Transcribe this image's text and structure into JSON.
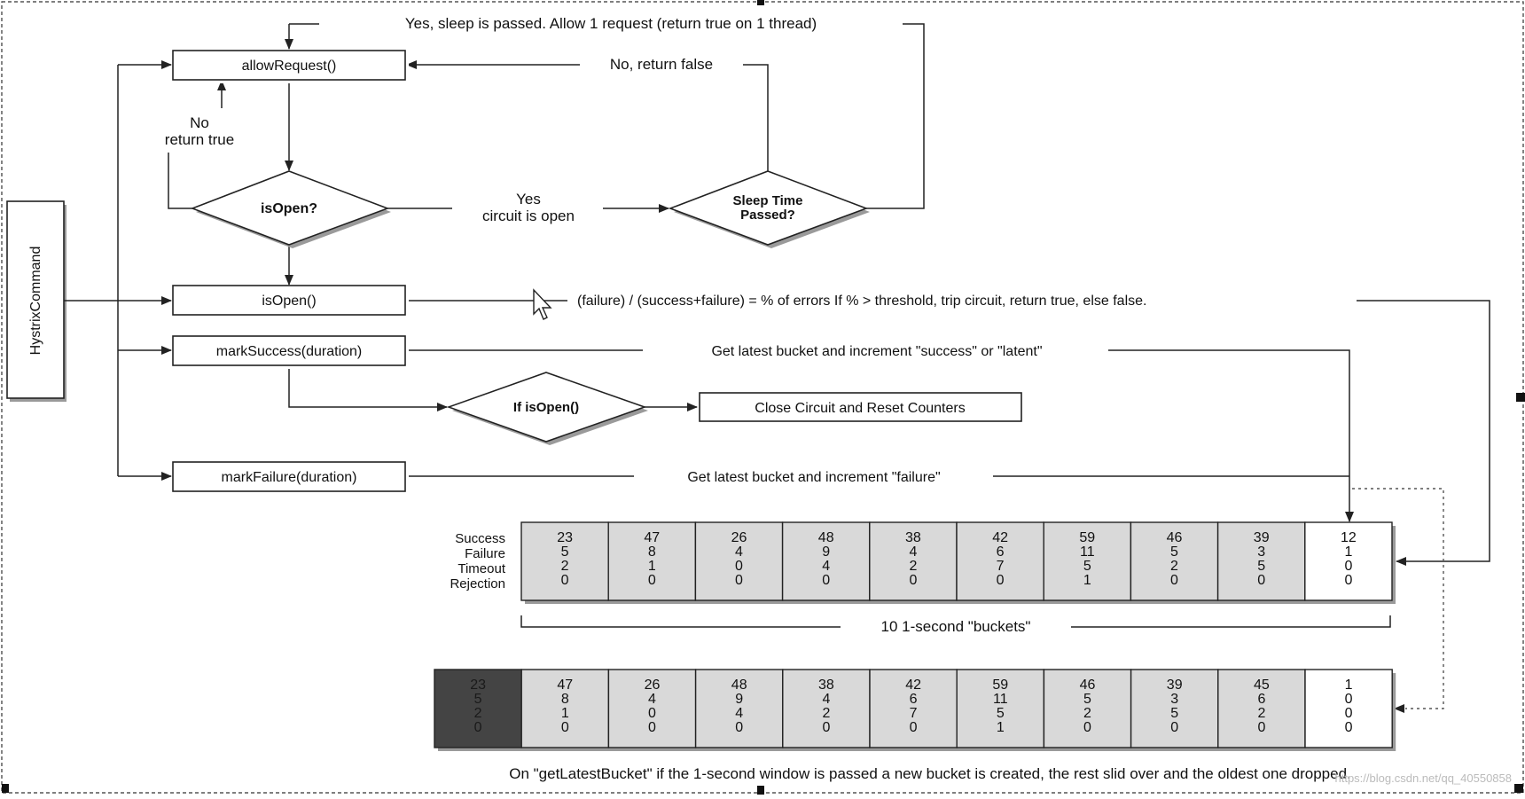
{
  "side_label": "HystrixCommand",
  "methods": {
    "allow_request": "allowRequest()",
    "is_open": "isOpen()",
    "mark_success": "markSuccess(duration)",
    "mark_failure": "markFailure(duration)"
  },
  "decisions": {
    "is_open": "isOpen?",
    "sleep_line1": "Sleep Time",
    "sleep_line2": "Passed?",
    "if_is_open": "If isOpen()"
  },
  "action_box": "Close Circuit and Reset Counters",
  "annotations": {
    "yes_sleep_passed": "Yes, sleep is passed.  Allow 1 request (return true on 1 thread)",
    "no_return_false": "No, return false",
    "no": "No",
    "return_true": "return true",
    "yes": "Yes",
    "circuit_is_open": "circuit is open",
    "error_formula": "(failure) / (success+failure) = % of errors   If % > threshold, trip circuit, return true, else false.",
    "success_note": "Get latest bucket and increment \"success\" or \"latent\"",
    "failure_note": "Get latest bucket and increment \"failure\"",
    "buckets_caption": "10 1-second \"buckets\"",
    "footer": "On \"getLatestBucket\" if the 1-second window is passed a new bucket is created, the rest slid over and the oldest one dropped.",
    "watermark": "https://blog.csdn.net/qq_40550858"
  },
  "row_labels": [
    "Success",
    "Failure",
    "Timeout",
    "Rejection"
  ],
  "buckets_top": [
    [
      23,
      5,
      2,
      0
    ],
    [
      47,
      8,
      1,
      0
    ],
    [
      26,
      4,
      0,
      0
    ],
    [
      48,
      9,
      4,
      0
    ],
    [
      38,
      4,
      2,
      0
    ],
    [
      42,
      6,
      7,
      0
    ],
    [
      59,
      11,
      5,
      1
    ],
    [
      46,
      5,
      2,
      0
    ],
    [
      39,
      3,
      5,
      0
    ],
    [
      12,
      1,
      0,
      0
    ]
  ],
  "buckets_bottom": [
    [
      23,
      5,
      2,
      0
    ],
    [
      47,
      8,
      1,
      0
    ],
    [
      26,
      4,
      0,
      0
    ],
    [
      48,
      9,
      4,
      0
    ],
    [
      38,
      4,
      2,
      0
    ],
    [
      42,
      6,
      7,
      0
    ],
    [
      59,
      11,
      5,
      1
    ],
    [
      46,
      5,
      2,
      0
    ],
    [
      39,
      3,
      5,
      0
    ],
    [
      45,
      6,
      2,
      0
    ],
    [
      1,
      0,
      0,
      0
    ]
  ],
  "colors": {
    "bucket_fill": "#d9d9d9",
    "current_bucket_fill": "#ffffff",
    "dropped_bucket_fill": "#444444",
    "line": "#222222"
  }
}
